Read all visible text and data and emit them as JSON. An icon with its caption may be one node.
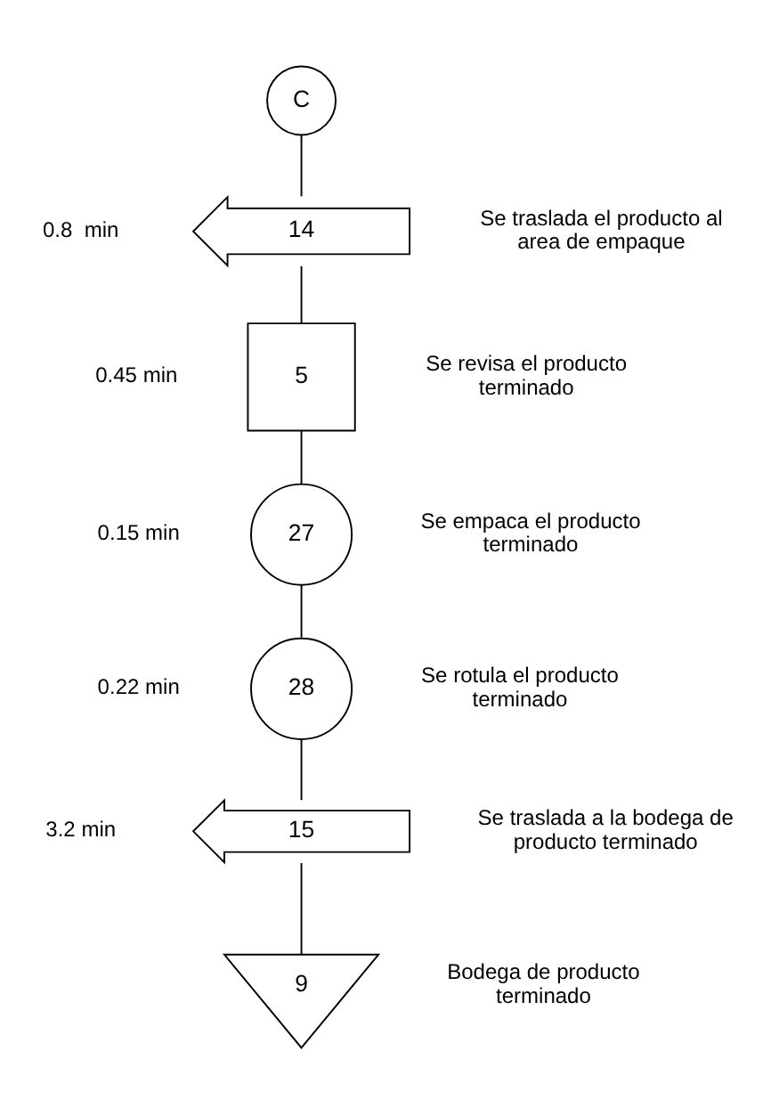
{
  "diagram": {
    "nodes": [
      {
        "text": [
          "C"
        ]
      },
      {
        "text": [
          "14"
        ],
        "beside": [
          "0.8  min",
          "Se traslada el producto al area de empaque"
        ]
      },
      {
        "text": [
          "5"
        ],
        "beside": [
          "0.45 min",
          "Se revisa el producto terminado"
        ]
      },
      {
        "text": [
          "27"
        ],
        "beside": [
          "0.15 min",
          "Se empaca el producto terminado"
        ]
      },
      {
        "text": [
          "28"
        ],
        "beside": [
          "0.22 min",
          "Se rotula el producto terminado"
        ]
      },
      {
        "text": [
          "15"
        ],
        "beside": [
          "3.2 min",
          "Se traslada a la bodega de producto terminado"
        ]
      },
      {
        "text": [
          "9"
        ],
        "beside": [
          "Bodega de producto terminado"
        ]
      }
    ],
    "edges": [
      {
        "from": 0,
        "to": 1,
        "arrow": "none"
      },
      {
        "from": 1,
        "to": 2,
        "arrow": "none"
      },
      {
        "from": 2,
        "to": 3,
        "arrow": "none"
      },
      {
        "from": 3,
        "to": 4,
        "arrow": "none"
      },
      {
        "from": 4,
        "to": 5,
        "arrow": "none"
      },
      {
        "from": 5,
        "to": 6,
        "arrow": "none"
      }
    ]
  }
}
